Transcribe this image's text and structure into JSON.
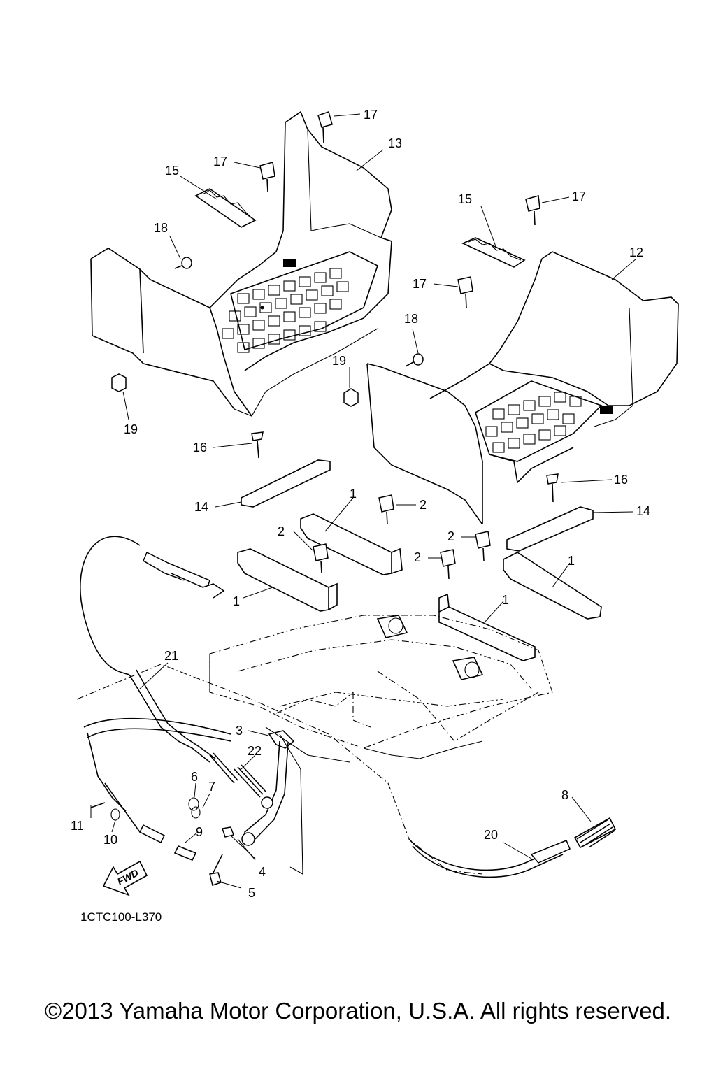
{
  "diagram_code": "1CTC100-L370",
  "fwd_label": "FWD",
  "copyright": "©2013 Yamaha Motor Corporation, U.S.A. All rights reserved.",
  "callouts": {
    "c1a": "1",
    "c1b": "1",
    "c1c": "1",
    "c1d": "1",
    "c2a": "2",
    "c2b": "2",
    "c2c": "2",
    "c2d": "2",
    "c3": "3",
    "c4": "4",
    "c5": "5",
    "c6": "6",
    "c7": "7",
    "c8": "8",
    "c9": "9",
    "c10": "10",
    "c11": "11",
    "c12": "12",
    "c13": "13",
    "c14a": "14",
    "c14b": "14",
    "c15a": "15",
    "c15b": "15",
    "c16a": "16",
    "c16b": "16",
    "c17a": "17",
    "c17b": "17",
    "c17c": "17",
    "c17d": "17",
    "c18a": "18",
    "c18b": "18",
    "c19a": "19",
    "c19b": "19",
    "c20": "20",
    "c21": "21",
    "c22": "22"
  }
}
